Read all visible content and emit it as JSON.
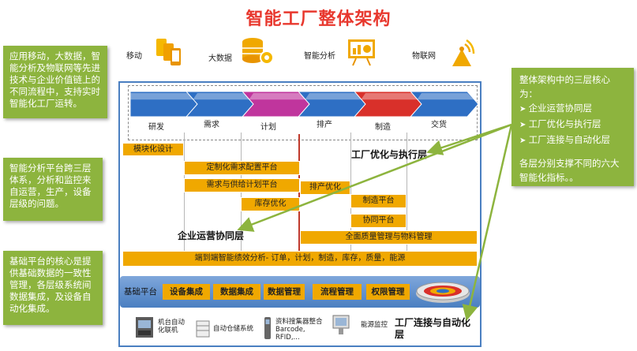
{
  "title": "智能工厂整体架构",
  "top_tech": [
    "移动",
    "大数据",
    "智能分析",
    "物联网"
  ],
  "notes": {
    "top_left": "应用移动，大数据，智能分析及物联网等先进技术与企业价值链上的不同流程中，支持实时智能化工厂运转。",
    "mid_left": "智能分析平台跨三层体系，分析和监控来自运营，生产，设备层级的问题。",
    "bottom_left": "基础平台的核心是提供基础数据的一致性管理，各层级系统间数据集成，及设备自动化集成。",
    "right_title": "整体架构中的三层核心为：",
    "right_items": [
      "企业运营协同层",
      "工厂优化与执行层",
      "工厂连接与自动化层"
    ],
    "right_footer": "各层分别支撑不同的六大智能化指标。。"
  },
  "stages": [
    "研发",
    "需求",
    "计划",
    "排产",
    "制造",
    "交货"
  ],
  "stage_colors": [
    "#2e6fc4",
    "#2e6fc4",
    "#c0359d",
    "#2e6fc4",
    "#d9302a",
    "#2e6fc4"
  ],
  "bars": {
    "modular": "模块化设计",
    "custom": "定制化需求配置平台",
    "supply": "需求与供给计划平台",
    "inventory": "库存优化",
    "sched": "排产优化",
    "mfg": "制造平台",
    "collab": "协同平台",
    "quality": "全面质量管理与物料管理",
    "analytics": "端到端智能绩效分析- 订单，计划，制造，库存，质量，能源"
  },
  "layers": {
    "factory_opt": "工厂优化与执行层",
    "enterprise": "企业运营协同层",
    "connect": "工厂连接与自动化层"
  },
  "base": {
    "label": "基础平台",
    "items": [
      "设备集成",
      "数据集成",
      "数据管理",
      "流程管理",
      "权限管理"
    ]
  },
  "devices": [
    "机台自动化联机",
    "自动仓储系统",
    "资料搜集器整合 Barcode, RFID,...",
    "能源监控"
  ],
  "colors": {
    "accent": "#e8382e",
    "note": "#8db43e",
    "bar": "#f0a800",
    "frame": "#4a7fc1"
  }
}
